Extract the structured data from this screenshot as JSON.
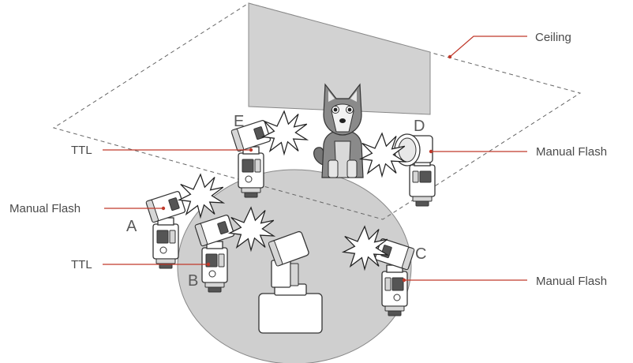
{
  "labels": {
    "ceiling": "Ceiling",
    "ttl_upper": "TTL",
    "ttl_lower": "TTL",
    "manual_left": "Manual Flash",
    "manual_right_top": "Manual Flash",
    "manual_right_bottom": "Manual Flash"
  },
  "flash_letters": {
    "a": "A",
    "b": "B",
    "c": "C",
    "d": "D",
    "e": "E"
  },
  "colors": {
    "leader_line": "#c0392b",
    "backdrop": "#d2d2d2",
    "floor_circle": "#cfcfcf",
    "text": "#4a4a4a"
  },
  "icons": [
    "speedlite-flash-icon",
    "flash-burst-icon",
    "camera-icon",
    "dog-icon"
  ]
}
